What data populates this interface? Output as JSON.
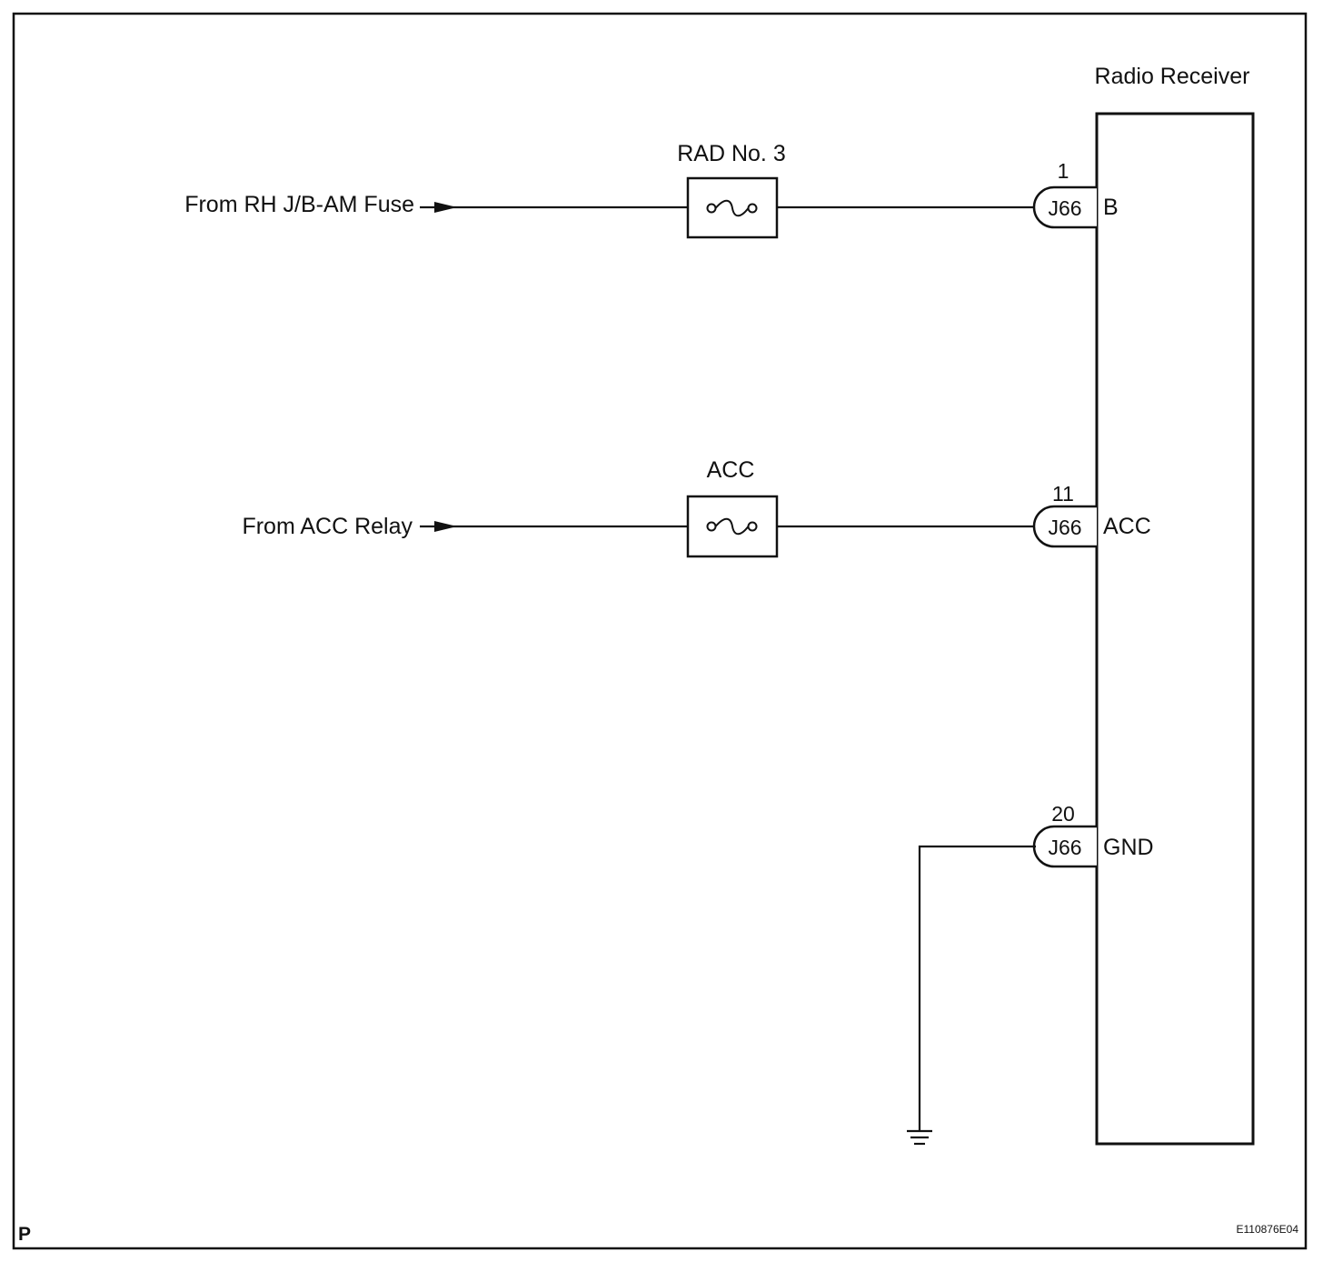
{
  "component": {
    "name": "Radio Receiver"
  },
  "circuits": [
    {
      "source": "From RH J/B-AM Fuse",
      "fuse": "RAD No. 3",
      "pin": "1",
      "connector": "J66",
      "terminal": "B"
    },
    {
      "source": "From ACC Relay",
      "fuse": "ACC",
      "pin": "11",
      "connector": "J66",
      "terminal": "ACC"
    },
    {
      "pin": "20",
      "connector": "J66",
      "terminal": "GND"
    }
  ],
  "corner_mark": "P",
  "figure_code": "E110876E04"
}
